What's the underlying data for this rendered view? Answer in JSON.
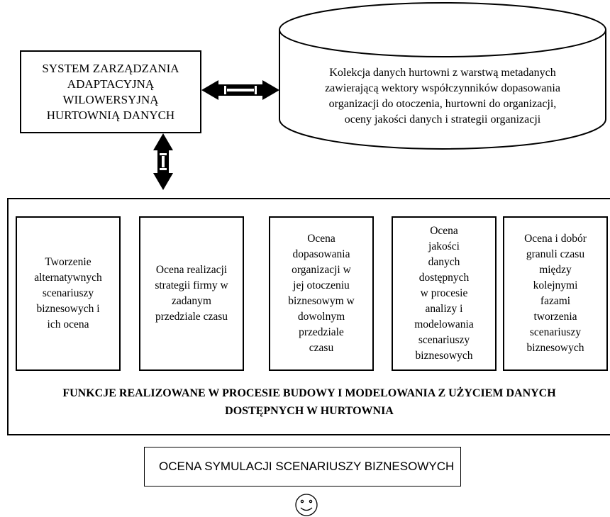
{
  "system_box": {
    "lines": [
      "SYSTEM ZARZĄDZANIA",
      "ADAPTACYJNĄ",
      "WILOWERSYJNĄ",
      "HURTOWNIĄ DANYCH"
    ]
  },
  "database": {
    "lines": [
      "Kolekcja danych hurtowni z warstwą metadanych",
      "zawierającą wektory współczynników dopasowania",
      "organizacji do otoczenia, hurtowni do organizacji,",
      "oceny jakości danych i strategii organizacji"
    ]
  },
  "functions": [
    {
      "lines": [
        "Tworzenie",
        "alternatywnych",
        "scenariuszy",
        "biznesowych i",
        "ich ocena"
      ]
    },
    {
      "lines": [
        "Ocena realizacji",
        "strategii firmy w",
        "zadanym",
        "przedziale czasu"
      ]
    },
    {
      "lines": [
        "Ocena",
        "dopasowania",
        "organizacji w",
        "jej otoczeniu",
        "biznesowym w",
        "dowolnym",
        "przedziale",
        "czasu"
      ]
    },
    {
      "lines": [
        "Ocena",
        "jakości",
        "danych",
        "dostępnych",
        "w procesie",
        "analizy i",
        "modelowania",
        "scenariuszy",
        "biznesowych"
      ]
    },
    {
      "lines": [
        "Ocena i dobór",
        "granuli czasu",
        "między",
        "kolejnymi",
        "fazami",
        "tworzenia",
        "scenariuszy",
        "biznesowych"
      ]
    }
  ],
  "functions_title": {
    "line1": "FUNKCJE REALIZOWANE W PROCESIE  BUDOWY I MODELOWANIA Z UŻYCIEM DANYCH",
    "line2": "DOSTĘPNYCH W HURTOWNIA"
  },
  "simulation_box": {
    "label": "OCENA SYMULACJI SCENARIUSZY BIZNESOWYCH"
  },
  "user_icon": "smiley-face-icon"
}
